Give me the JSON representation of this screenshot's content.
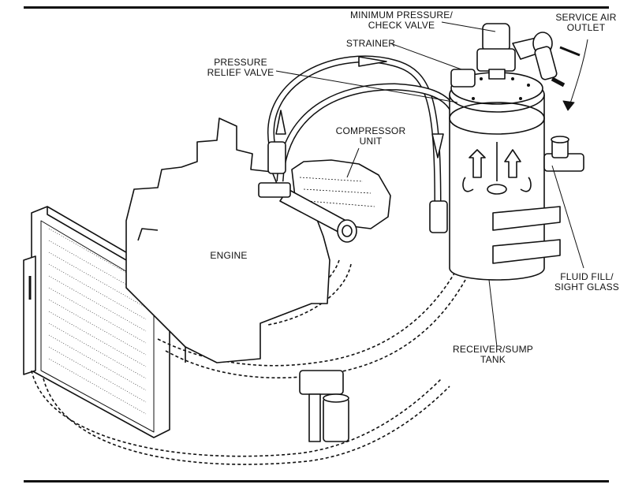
{
  "labels": {
    "min_pressure": [
      "MINIMUM PRESSURE/",
      "CHECK VALVE"
    ],
    "service_air": [
      "SERVICE AIR",
      "OUTLET"
    ],
    "strainer": [
      "STRAINER"
    ],
    "pressure_relief": [
      "PRESSURE",
      "RELIEF VALVE"
    ],
    "compressor": [
      "COMPRESSOR",
      "UNIT"
    ],
    "engine": [
      "ENGINE"
    ],
    "fluid_fill": [
      "FLUID FILL/",
      "SIGHT GLASS"
    ],
    "receiver": [
      "RECEIVER/SUMP",
      "TANK"
    ]
  },
  "colors": {
    "line": "#111111",
    "background": "#ffffff"
  }
}
